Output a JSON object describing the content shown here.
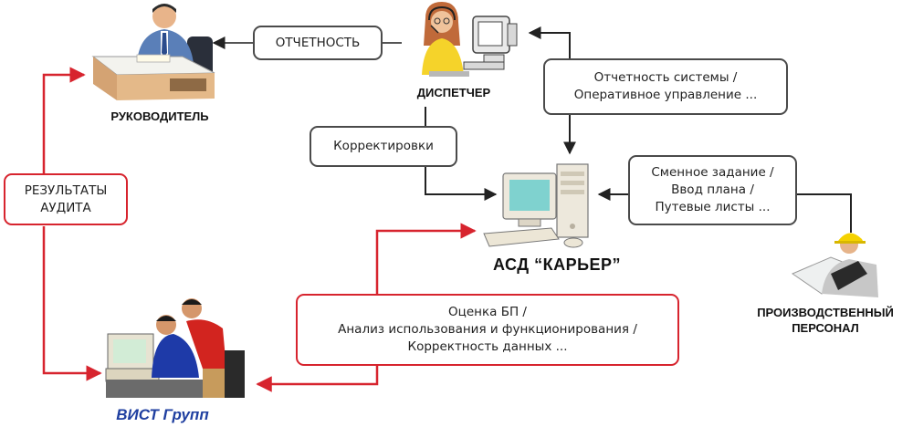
{
  "labels": {
    "manager": "РУКОВОДИТЕЛЬ",
    "dispatcher": "ДИСПЕТЧЕР",
    "system": "АСД “КАРЬЕР”",
    "personnel": "ПРОИЗВОДСТВЕННЫЙ\nПЕРСОНАЛ",
    "company": "ВИСТ Групп"
  },
  "boxes": {
    "reporting": "ОТЧЕТНОСТЬ",
    "system_reporting": "Отчетность системы /\nОперативное управление ...",
    "corrections": "Корректировки",
    "shift_task": "Сменное задание /\nВвод плана /\nПутевые листы ...",
    "audit_results": "РЕЗУЛЬТАТЫ\nАУДИТА",
    "evaluation": "Оценка БП /\nАнализ использования и функционирования /\nКорректность данных ..."
  },
  "colors": {
    "box_border": "#4a4a4a",
    "connector": "#222222",
    "audit_connector": "#d7242e",
    "company_label": "#1f3fa0"
  },
  "icons": {
    "manager": "manager-at-desk-icon",
    "dispatcher": "dispatcher-headset-icon",
    "system": "desktop-computer-icon",
    "personnel": "worker-hardhat-icon",
    "company": "team-at-computer-icon"
  }
}
